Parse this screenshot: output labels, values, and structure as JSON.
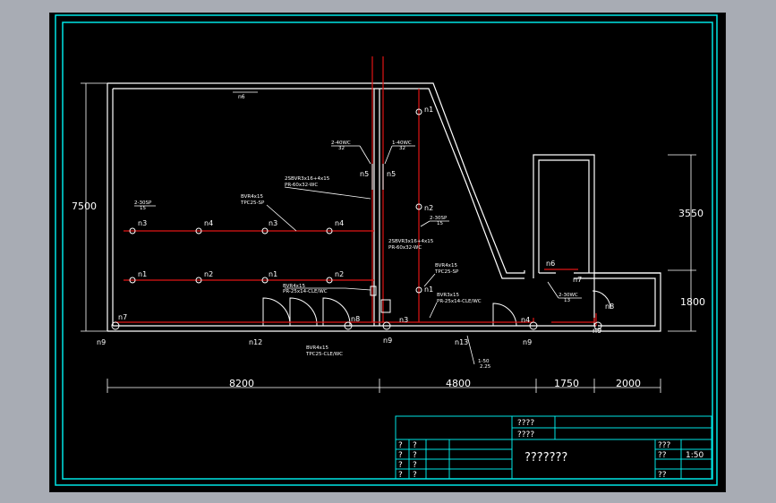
{
  "dims": {
    "left_height": "7500",
    "right_upper_height": "3550",
    "right_lower_height": "1800",
    "bottom": [
      "8200",
      "4800",
      "1750",
      "2000"
    ]
  },
  "circuit_labels": {
    "upper_a": "2SBVR3x16+4x15",
    "upper_b": "PR-60x32-WC",
    "mid_a": "BVR4x15",
    "mid_b": "TPC25-SP",
    "lower_a": "BVR4x15",
    "lower_b": "PR-25x14-CLE/WC",
    "right_a": "2SBVR3x16+4x15",
    "right_b": "PR-60x32-WC",
    "right_mid_a": "BVR4x15",
    "right_mid_b": "TPC25-SP",
    "right_low_a": "BVR3x15",
    "right_low_b": "PR-25x14-CLE/WC",
    "bottom_a": "BVR4x15",
    "bottom_b": "TPC25-CLE/WC",
    "fixture_1": "2-40WC",
    "fixture_1_sub": "32",
    "fixture_2": "1-40WC",
    "fixture_2_sub": "32",
    "fixture_3": "2-30SP",
    "fixture_3_sub": "15",
    "fixture_4": "2-30SP",
    "fixture_4_sub": "15",
    "fixture_5": "2-30WC",
    "fixture_5_sub": "13",
    "fixture_6": "1-50",
    "fixture_6_sub": "2.25",
    "top_tag": "n6"
  },
  "nodes": {
    "n1": "n1",
    "n2": "n2",
    "n3": "n3",
    "n4": "n4",
    "n5": "n5",
    "n6": "n6",
    "n7": "n7",
    "n8": "n8",
    "n9": "n9",
    "n12": "n12",
    "n13": "n13"
  },
  "title_block": {
    "cell_a": "????",
    "cell_b": "????",
    "title": "???????",
    "cell_c": "???",
    "cell_d": "??",
    "scale": "1:50",
    "cell_e": "??",
    "left_rows": [
      "?",
      "?",
      "?",
      "?"
    ],
    "left_rows2": [
      "?",
      "?",
      "?",
      "?"
    ]
  },
  "colors": {
    "border": "#00e5e5",
    "wall": "#ffffff",
    "wire": "#e01515",
    "text": "#ffffff"
  }
}
